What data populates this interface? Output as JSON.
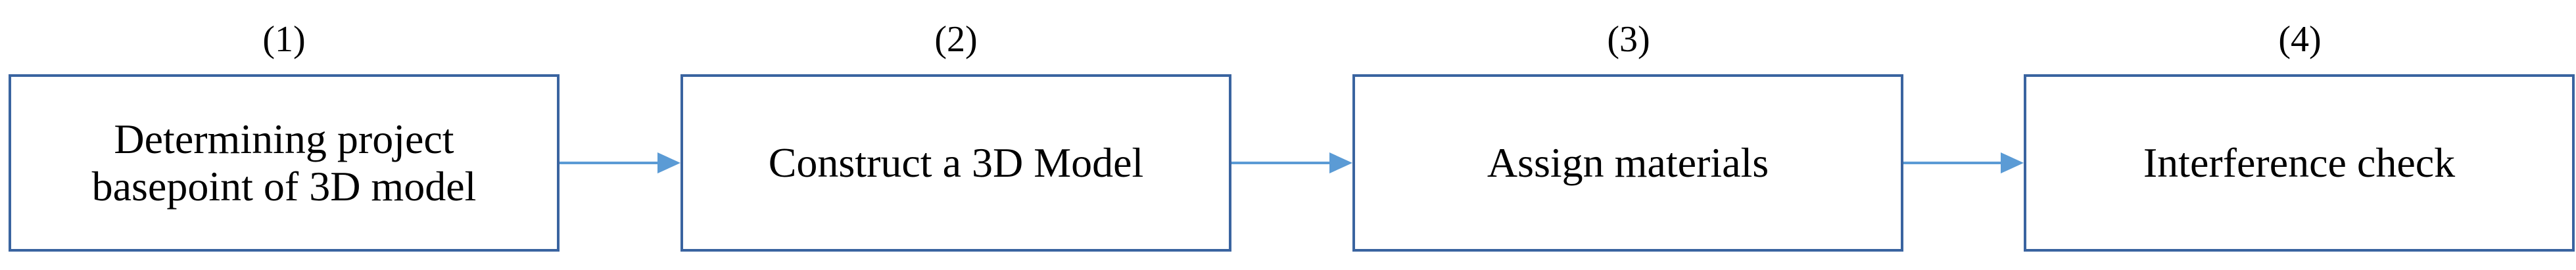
{
  "diagram": {
    "steps": [
      {
        "number": "(1)",
        "label": "Determining project\nbasepoint of 3D model"
      },
      {
        "number": "(2)",
        "label": "Construct a 3D Model"
      },
      {
        "number": "(3)",
        "label": "Assign materials"
      },
      {
        "number": "(4)",
        "label": "Interference check"
      }
    ],
    "colors": {
      "box_border": "#3a64a0",
      "arrow": "#5b9bd5"
    }
  }
}
